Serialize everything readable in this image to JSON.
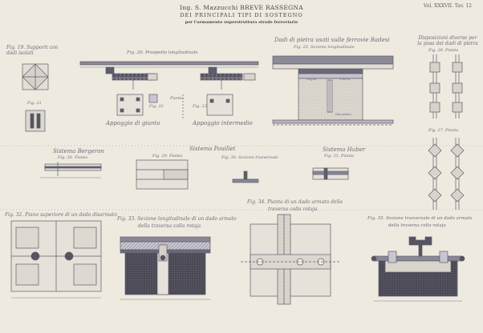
{
  "header": {
    "author_line": "Ing. S. Mazzucchi BREVE RASSEGNA",
    "subtitle": "DEI PRINCIPALI TIPI DI SOSTEGNO",
    "description": "per l'armamento superstruttura strade ferroviarie",
    "volume": "Vol. XXXVII. Tav. 12"
  },
  "captions": {
    "fig19": "Fig. 19. Supporti con dadi isolati",
    "fig20": "Fig. 20. Prospetto longitudinale",
    "fig21": "Fig. 21",
    "fig22": "Fig. 22",
    "pianta": "Pianta",
    "fig23": "Fig. 23",
    "appoggio_giunto": "Appoggio di giunto",
    "appoggio_intermedio": "Appoggio intermedio",
    "dadi_title": "Dadi di pietra usati sulle ferrovie Badesi",
    "fig25": "Fig. 25. Sezione longitudinale",
    "disposizioni_title": "Disposizioni diverse per la posa dei dadi di pietra",
    "fig26": "Fig. 26. Pianta",
    "fig27": "Fig. 27. Pianta",
    "bergeron_title": "Sistema Bergeron",
    "fig28": "Fig. 28. Pianta",
    "pouillet_title": "Sistema Pouillet",
    "fig29": "Fig. 29. Pianta",
    "fig30": "Fig. 30. Sezione trasversale",
    "huber_title": "Sistema Huber",
    "fig31": "Fig. 31. Pianta",
    "fig32": "Fig. 32. Piano superiore di un dado disarmato",
    "fig33_line1": "Fig. 33. Sezione longitudinale di un dado armato",
    "fig33_line2": "della traversa colla rotaja",
    "fig34_line1": "Fig. 34. Pianta di un dado armato della",
    "fig34_line2": "traversa colla rotaja",
    "fig35_line1": "Fig. 35. Sezione trasversale di un dado armato",
    "fig35_line2": "della traversa colla rotaja"
  },
  "labels": {
    "legno": "Legno",
    "pietra": "Pietra",
    "macadam": "Macadam"
  },
  "ink": "#5d5c6c",
  "paper": "#efeadf"
}
